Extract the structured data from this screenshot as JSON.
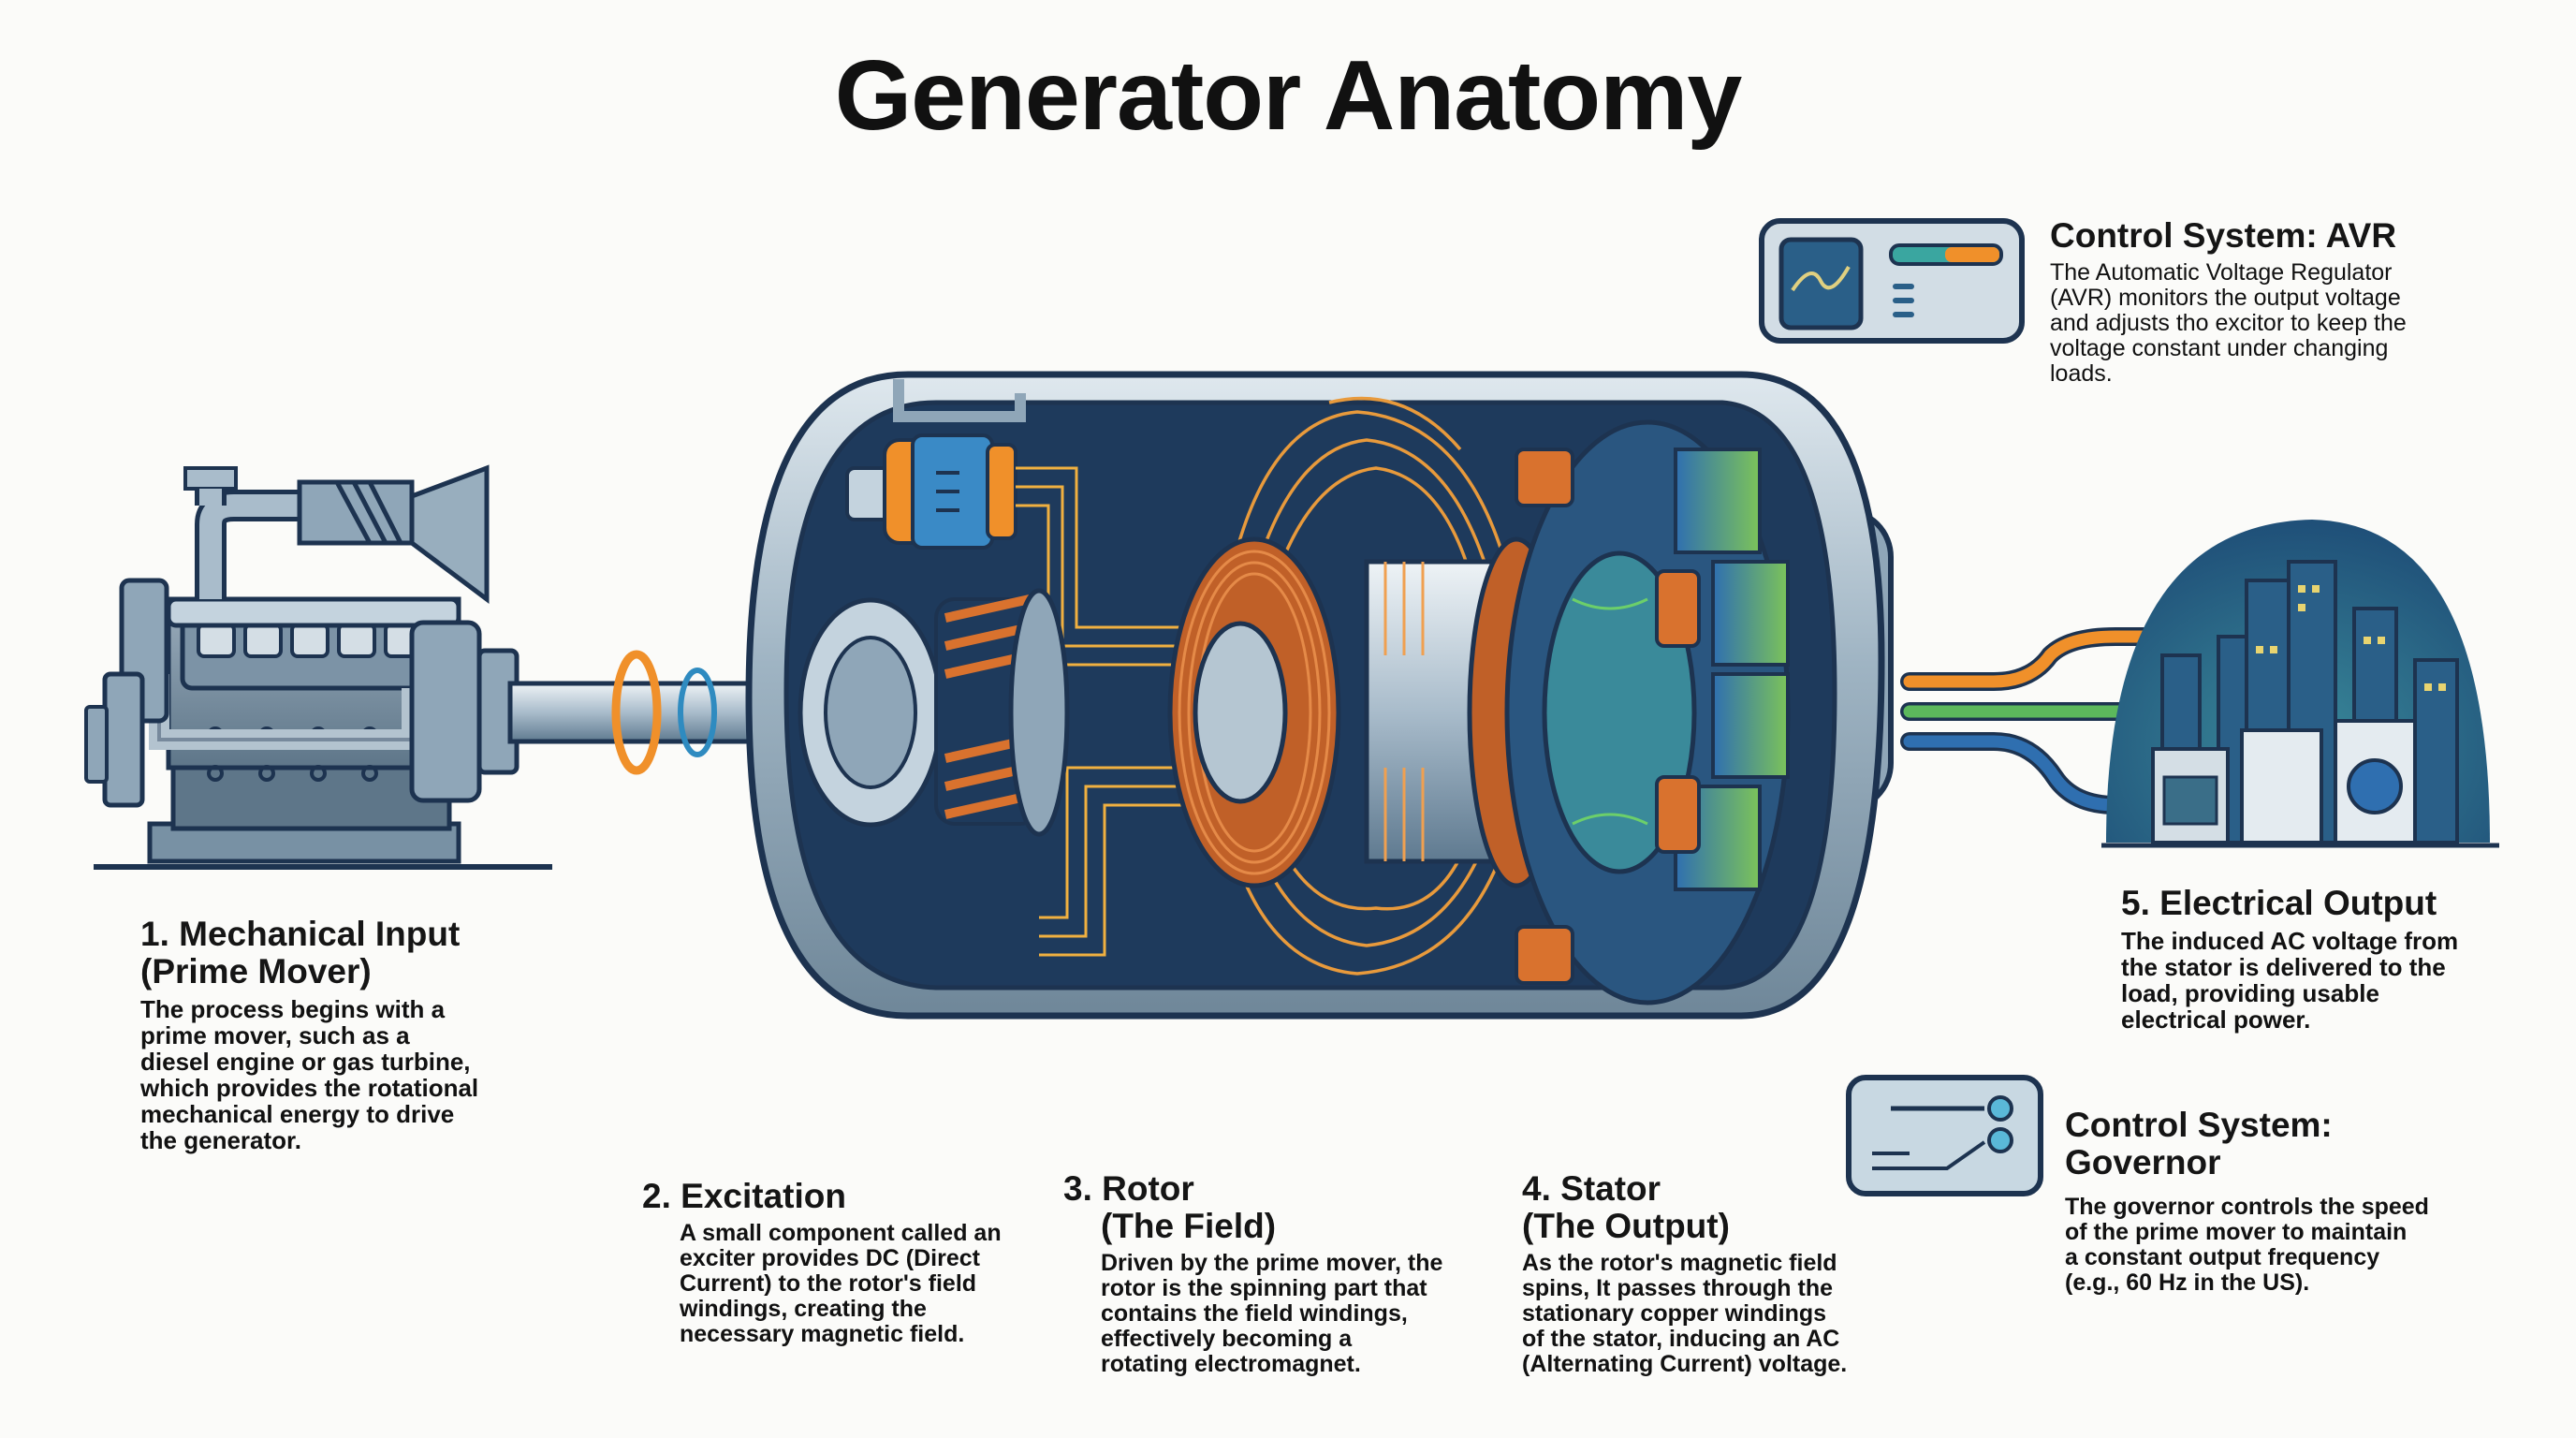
{
  "title": "Generator Anatomy",
  "sections": {
    "mechanical_input": {
      "heading_line1": "1. Mechanical Input",
      "heading_line2": "(Prime Mover)",
      "body": [
        "The process begins with a",
        "prime mover, such as a",
        "diesel engine or gas turbine,",
        "which provides the rotational",
        "mechanical energy to drive",
        "the generator."
      ]
    },
    "excitation": {
      "heading_line1": "2. Excitation",
      "body": [
        "A small component called an",
        "exciter provides DC (Direct",
        "Current) to the rotor's field",
        "windings, creating the",
        "necessary magnetic field."
      ]
    },
    "rotor": {
      "heading_line1": "3. Rotor",
      "heading_line2": "(The Field)",
      "body": [
        "Driven by the prime mover, the",
        "rotor is the spinning part that",
        "contains the field windings,",
        "effectively becoming a",
        "rotating electromagnet."
      ]
    },
    "stator": {
      "heading_line1": "4. Stator",
      "heading_line2": "(The Output)",
      "body": [
        "As the rotor's magnetic field",
        "spins, It passes through the",
        "stationary copper windings",
        "of the stator, inducing an AC",
        "(Alternating Current) voltage."
      ]
    },
    "electrical_output": {
      "heading_line1": "5. Electrical Output",
      "body": [
        "The induced AC voltage from",
        "the stator is delivered to the",
        "load, providing usable",
        "electrical power."
      ]
    },
    "avr": {
      "heading_line1": "Control System: AVR",
      "body": [
        "The Automatic Voltage Regulator",
        "(AVR) monitors the output voltage",
        "and adjusts tho excitor to keep the",
        "voltage constant under changing",
        "loads."
      ]
    },
    "governor": {
      "heading_line1": "Control System:",
      "heading_line2": "Governor",
      "body": [
        "The governor controls the speed",
        "of the prime mover to maintain",
        "a constant output frequency",
        "(e.g., 60 Hz in the US)."
      ]
    }
  },
  "colors": {
    "outline": "#1d3350",
    "steel": "#8fa6b8",
    "steel_light": "#c4d3de",
    "housing_dark": "#1e3a5c",
    "copper": "#d9722e",
    "field_line": "#e89a3c",
    "orange": "#f0902a",
    "green": "#5cb85c",
    "blue": "#2f6fb0",
    "teal": "#3aa6a0",
    "window": "#e8d470"
  }
}
